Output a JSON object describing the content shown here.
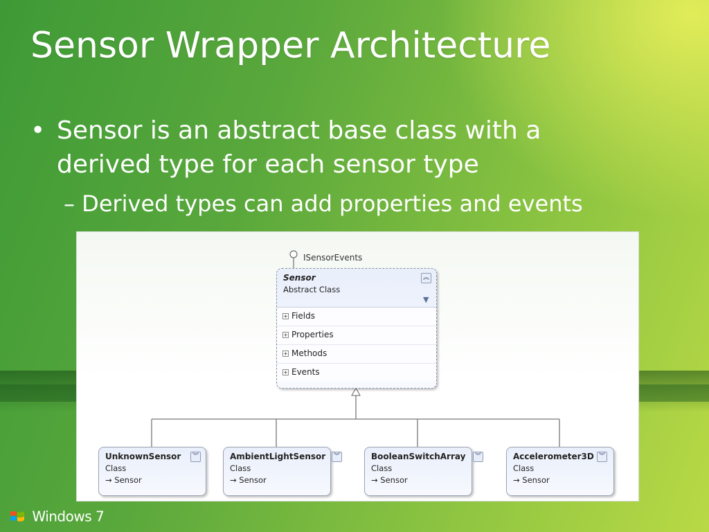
{
  "slide": {
    "title": "Sensor Wrapper Architecture",
    "bullet_marker": "•",
    "bullet_1": "Sensor is an abstract base class with a derived type for each sensor type",
    "sub_bullet_marker": "–",
    "sub_bullet_1": "Derived types can add properties and events"
  },
  "diagram": {
    "interface_label": "ISensorEvents",
    "main_class": {
      "name": "Sensor",
      "kind": "Abstract Class",
      "sections": [
        "Fields",
        "Properties",
        "Methods",
        "Events"
      ],
      "expand_glyph": "⊞"
    },
    "derived_classes": [
      {
        "name": "UnknownSensor",
        "kind": "Class",
        "base": "→ Sensor"
      },
      {
        "name": "AmbientLightSensor",
        "kind": "Class",
        "base": "→ Sensor"
      },
      {
        "name": "BooleanSwitchArray",
        "kind": "Class",
        "base": "→ Sensor"
      },
      {
        "name": "Accelerometer3D",
        "kind": "Class",
        "base": "→ Sensor"
      }
    ]
  },
  "footer": {
    "brand": "Windows 7"
  },
  "colors": {
    "background_green": "#5aa83c",
    "background_yellow": "#d9e24a",
    "class_box": "#e9effb"
  }
}
